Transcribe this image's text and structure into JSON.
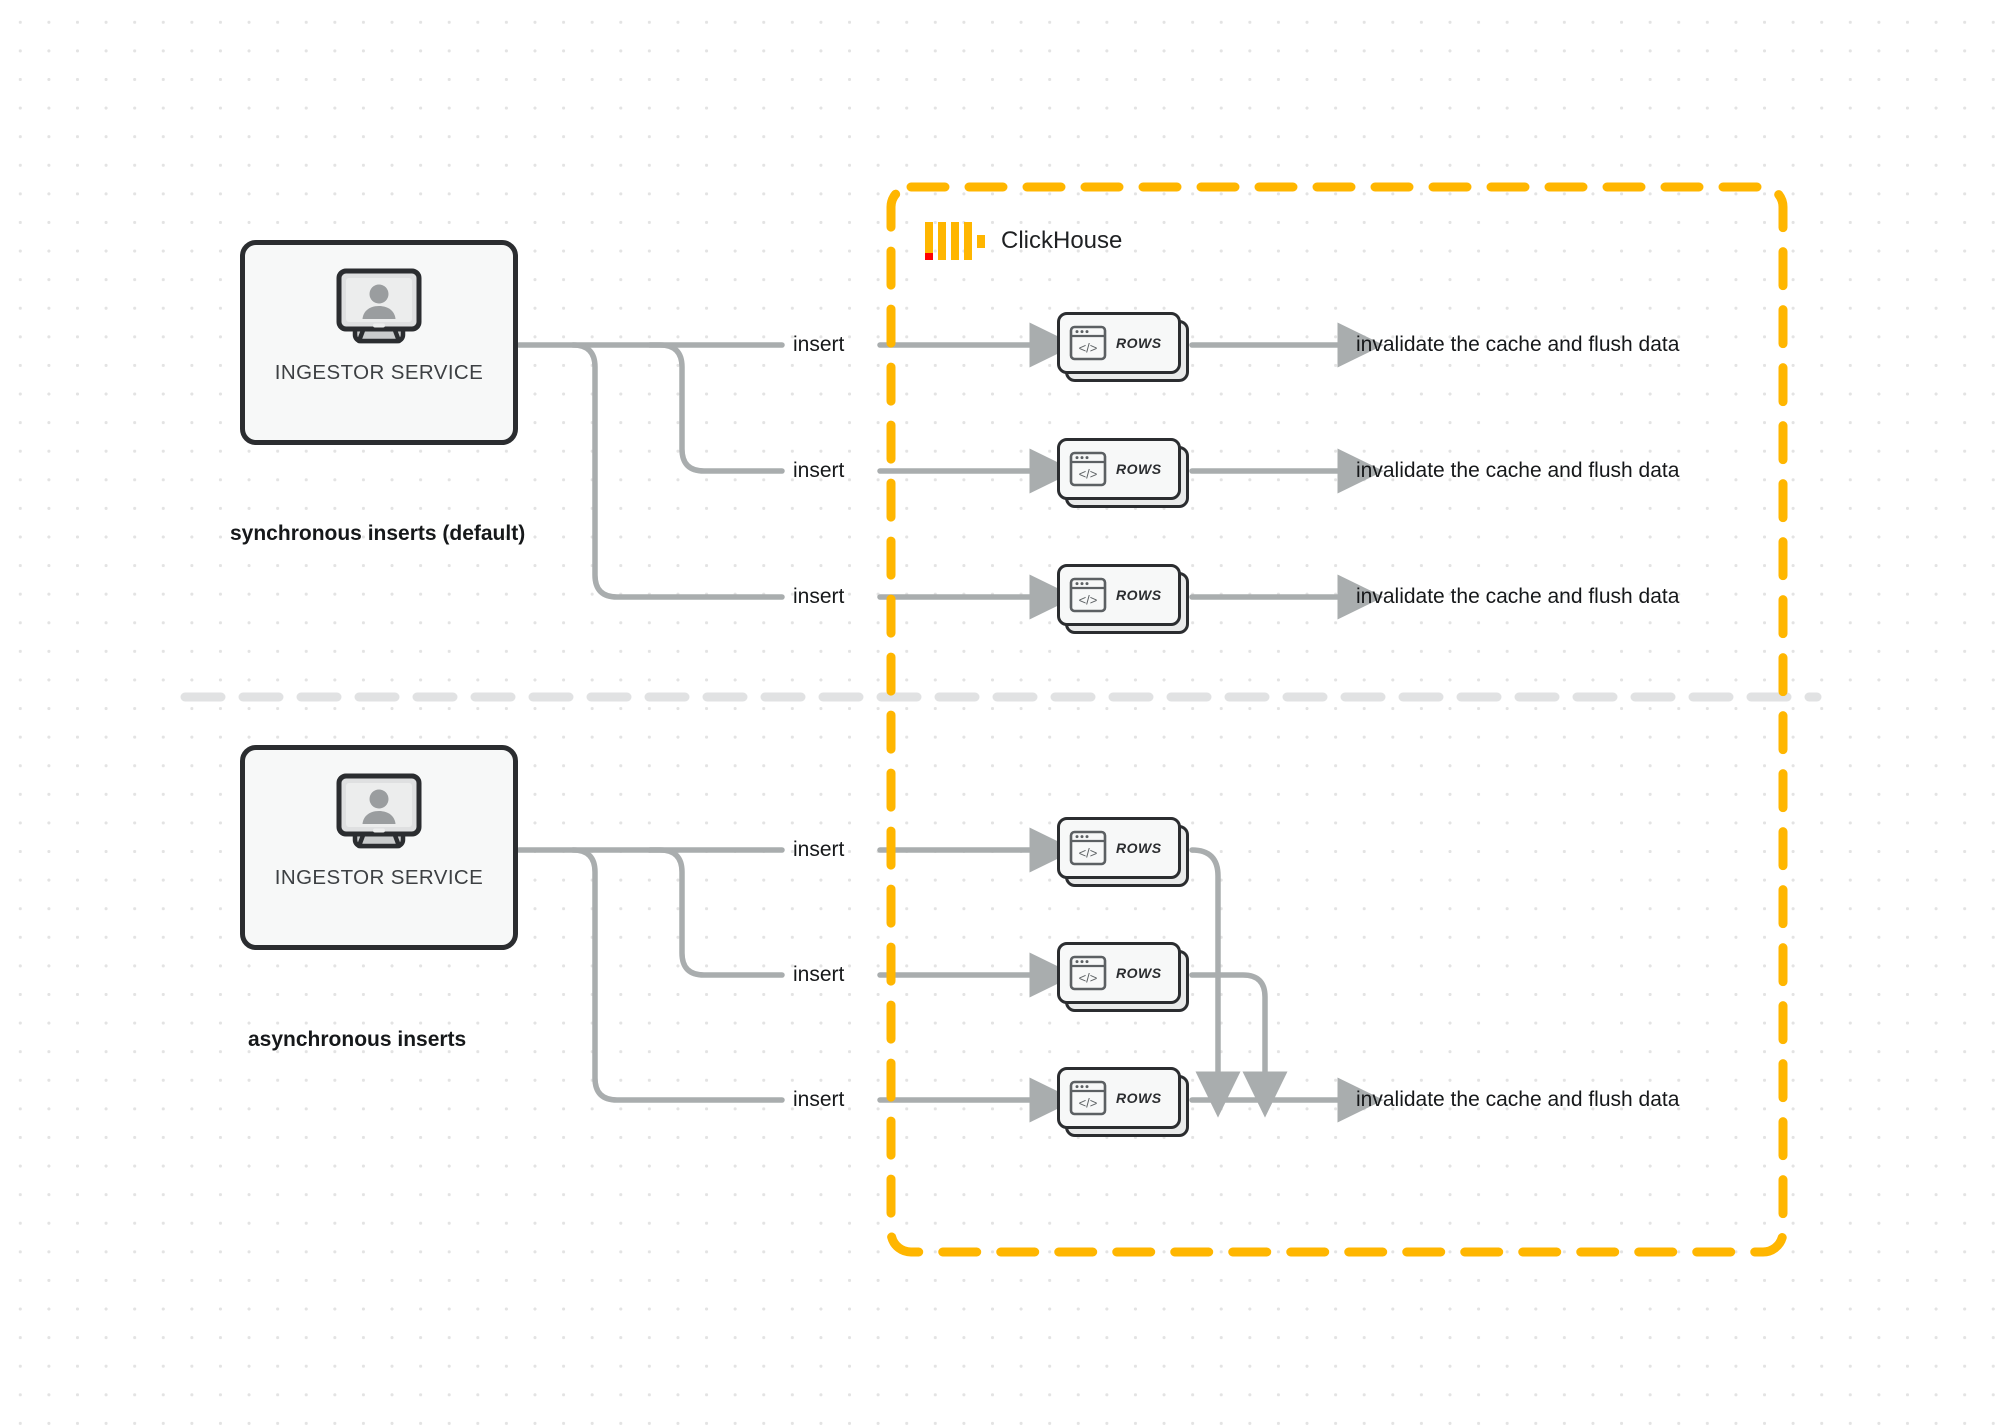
{
  "diagram": {
    "title": "ClickHouse synchronous vs asynchronous inserts",
    "background_color": "#ffffff",
    "accent_color": "#ffb600",
    "line_color": "#a9adae",
    "stroke_color": "#2b2d30"
  },
  "clickhouse": {
    "name": "ClickHouse",
    "logo_name": "clickhouse-logo",
    "boundary_color": "#ffb600"
  },
  "sections": [
    {
      "id": "sync",
      "title": "synchronous inserts (default)",
      "service": {
        "label": "INGESTOR SERVICE",
        "icon": "monitor-user-icon"
      },
      "flows": [
        {
          "insert_label": "insert",
          "node_label": "ROWS",
          "result_label": "invalidate the cache and flush data"
        },
        {
          "insert_label": "insert",
          "node_label": "ROWS",
          "result_label": "invalidate the cache and flush data"
        },
        {
          "insert_label": "insert",
          "node_label": "ROWS",
          "result_label": "invalidate the cache and flush data"
        }
      ]
    },
    {
      "id": "async",
      "title": "asynchronous inserts",
      "service": {
        "label": "INGESTOR SERVICE",
        "icon": "monitor-user-icon"
      },
      "flows": [
        {
          "insert_label": "insert",
          "node_label": "ROWS"
        },
        {
          "insert_label": "insert",
          "node_label": "ROWS"
        },
        {
          "insert_label": "insert",
          "node_label": "ROWS"
        }
      ],
      "result_label": "invalidate the cache and flush data"
    }
  ]
}
